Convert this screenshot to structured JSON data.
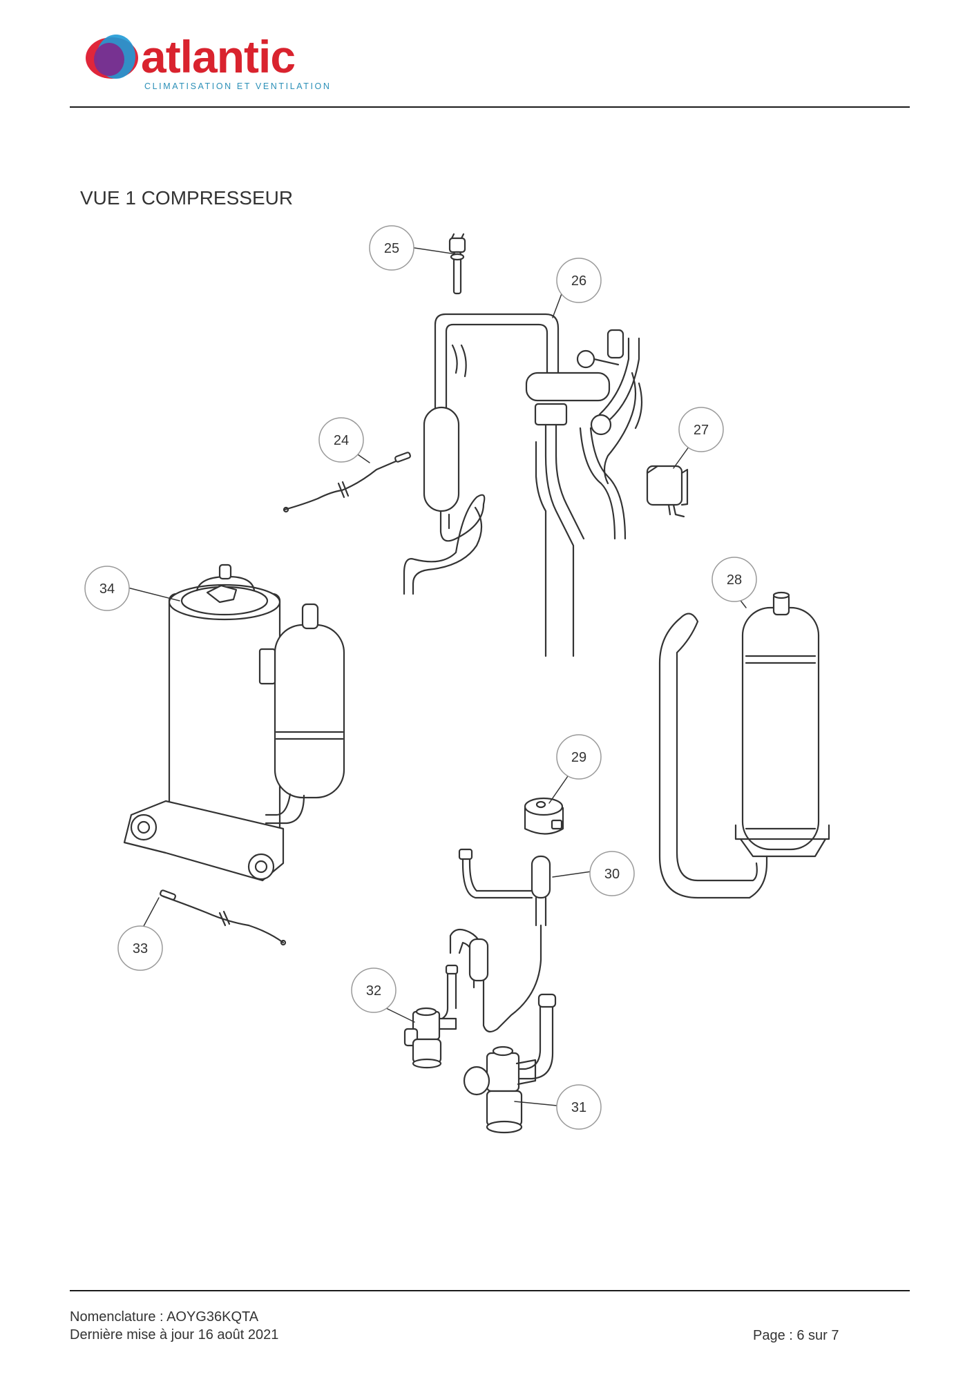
{
  "brand": {
    "name": "atlantic",
    "tagline": "CLIMATISATION ET VENTILATION",
    "colors": {
      "wordmark": "#d9232e",
      "tagline": "#2a8fb7",
      "mark_blue": "#1f9ad6",
      "mark_red": "#e0263a",
      "mark_purple": "#7b2d8e"
    }
  },
  "section": {
    "title": "VUE 1 COMPRESSEUR"
  },
  "callouts": [
    "24",
    "25",
    "26",
    "27",
    "28",
    "29",
    "30",
    "31",
    "32",
    "33",
    "34"
  ],
  "footer": {
    "nomenclature": "Nomenclature : AOYG36KQTA",
    "updated": "Dernière mise à jour 16 août 2021",
    "page": "Page : 6 sur 7"
  }
}
